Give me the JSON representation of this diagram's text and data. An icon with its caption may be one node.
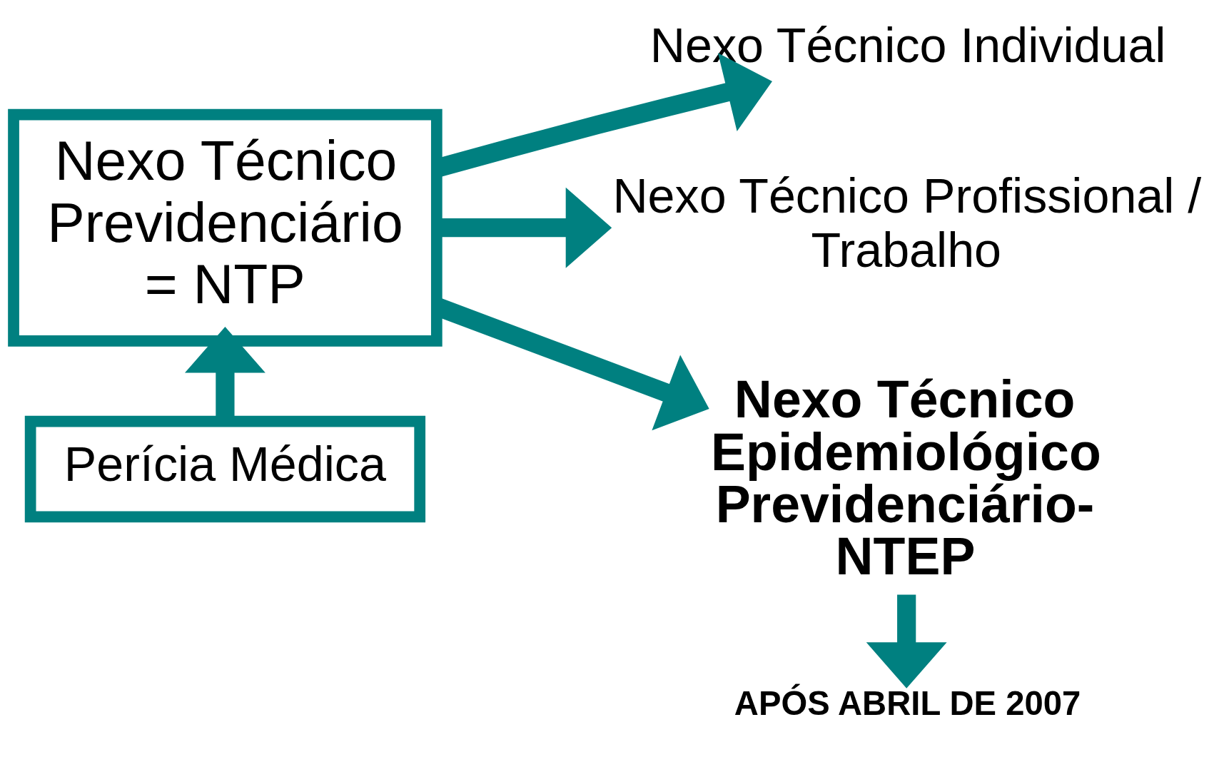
{
  "diagram": {
    "nodes": [
      {
        "text": [
          "Nexo Técnico Previdenciário = NTP"
        ]
      },
      {
        "text": [
          "Nexo Técnico Individual"
        ]
      },
      {
        "text": [
          "Nexo Técnico Profissional / Trabalho"
        ]
      },
      {
        "text": [
          "Nexo Técnico Epidemiológico Previdenciário- NTEP"
        ]
      },
      {
        "text": [
          "APÓS ABRIL DE 2007"
        ]
      },
      {
        "text": [
          "Perícia Médica"
        ]
      }
    ],
    "edges": [
      {
        "from": 0,
        "to": 1,
        "arrow": "to"
      },
      {
        "from": 0,
        "to": 2,
        "arrow": "to"
      },
      {
        "from": 0,
        "to": 3,
        "arrow": "to"
      },
      {
        "from": 3,
        "to": 4,
        "arrow": "to"
      },
      {
        "from": 5,
        "to": 0,
        "arrow": "to"
      }
    ]
  }
}
